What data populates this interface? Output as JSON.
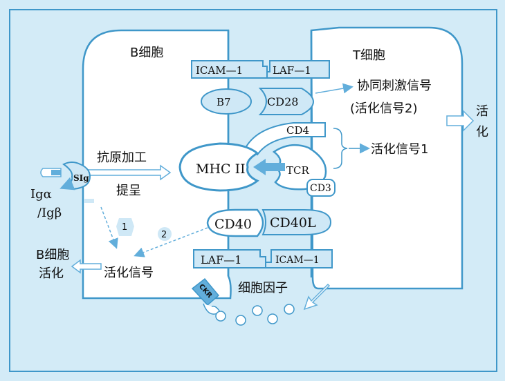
{
  "cells": {
    "b_cell": "B细胞",
    "t_cell": "T细胞"
  },
  "molecules": {
    "icam1_top": "ICAM—1",
    "laf1_top": "LAF—1",
    "b7": "B7",
    "cd28": "CD28",
    "cd4": "CD4",
    "mhc2": "MHC II",
    "tcr": "TCR",
    "cd3": "CD3",
    "cd40": "CD40",
    "cd40l": "CD40L",
    "laf1_bottom": "LAF—1",
    "icam1_bottom": "ICAM—1",
    "sig": "SIg",
    "ckr": "CKR"
  },
  "labels": {
    "costim_signal_1": "协同刺激信号",
    "costim_signal_2": "(活化信号2)",
    "activation_signal_1": "活化信号1",
    "activation_right": "活化",
    "antigen_processing": "抗原加工",
    "presentation": "提呈",
    "ig_alpha": "Igα",
    "ig_beta": "/Igβ",
    "b_activation_1": "B细胞",
    "b_activation_2": "活化",
    "activation_signal": "活化信号",
    "cytokines": "细胞因子",
    "marker_1": "1",
    "marker_2": "2"
  },
  "colors": {
    "background": "#d3ebf7",
    "cell_fill": "#ffffff",
    "outline": "#3f97c9",
    "molecule_fill": "#cfe8f6",
    "arrow": "#62aedb",
    "text": "#111111"
  }
}
